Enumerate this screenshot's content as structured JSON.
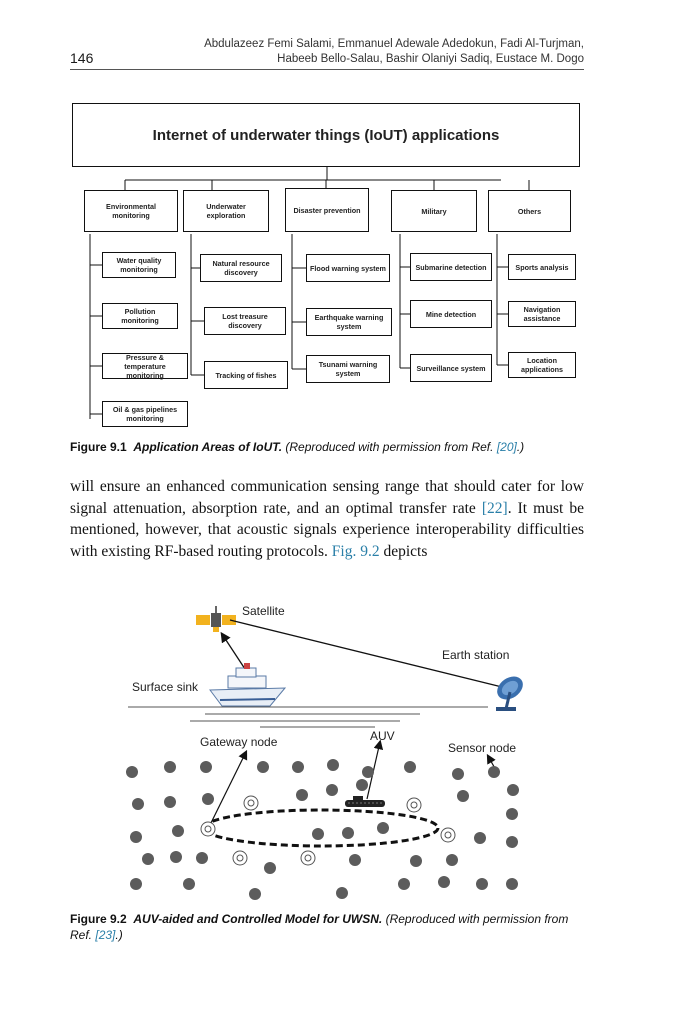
{
  "header": {
    "page_number": "146",
    "authors_line1": "Abdulazeez Femi Salami, Emmanuel Adewale Adedokun, Fadi Al-Turjman,",
    "authors_line2": "Habeeb Bello-Salau, Bashir Olaniyi Sadiq, Eustace M. Dogo"
  },
  "figure1": {
    "title": "Internet of underwater things (IoUT) applications",
    "categories": [
      {
        "label": "Environmental monitoring",
        "items": [
          "Water quality monitoring",
          "Pollution monitoring",
          "Pressure & temperature monitoring",
          "Oil & gas pipelines monitoring"
        ]
      },
      {
        "label": "Underwater exploration",
        "items": [
          "Natural resource discovery",
          "Lost treasure discovery",
          "Tracking of fishes"
        ]
      },
      {
        "label": "Disaster prevention",
        "items": [
          "Flood warning system",
          "Earthquake warning system",
          "Tsunami warning system"
        ]
      },
      {
        "label": "Military",
        "items": [
          "Submarine detection",
          "Mine detection",
          "Surveillance system"
        ]
      },
      {
        "label": "Others",
        "items": [
          "Sports analysis",
          "Navigation assistance",
          "Location applications"
        ]
      }
    ],
    "caption_label": "Figure 9.1",
    "caption_title": "Application Areas of IoUT.",
    "caption_text_pre": "(Reproduced with permission from Ref.",
    "caption_ref": "[20]",
    "caption_text_post": ".)"
  },
  "body": {
    "p1": "will ensure an enhanced communication sensing range that should cater for low signal attenuation, absorption rate, and an optimal transfer rate",
    "ref1": "[22]",
    "p2": ". It must be mentioned, however, that acoustic signals experience interoperability difficulties with existing RF-based routing protocols.",
    "fig_ref": "Fig. 9.2",
    "p3": "depicts"
  },
  "figure2": {
    "labels": {
      "satellite": "Satellite",
      "earth_station": "Earth station",
      "surface_sink": "Surface sink",
      "gateway_node": "Gateway node",
      "auv": "AUV",
      "sensor_node": "Sensor node"
    },
    "caption_label": "Figure 9.2",
    "caption_title": "AUV-aided and Controlled Model for UWSN.",
    "caption_text_pre": "(Reproduced with permission from Ref.",
    "caption_ref": "[23]",
    "caption_text_post": ".)"
  }
}
